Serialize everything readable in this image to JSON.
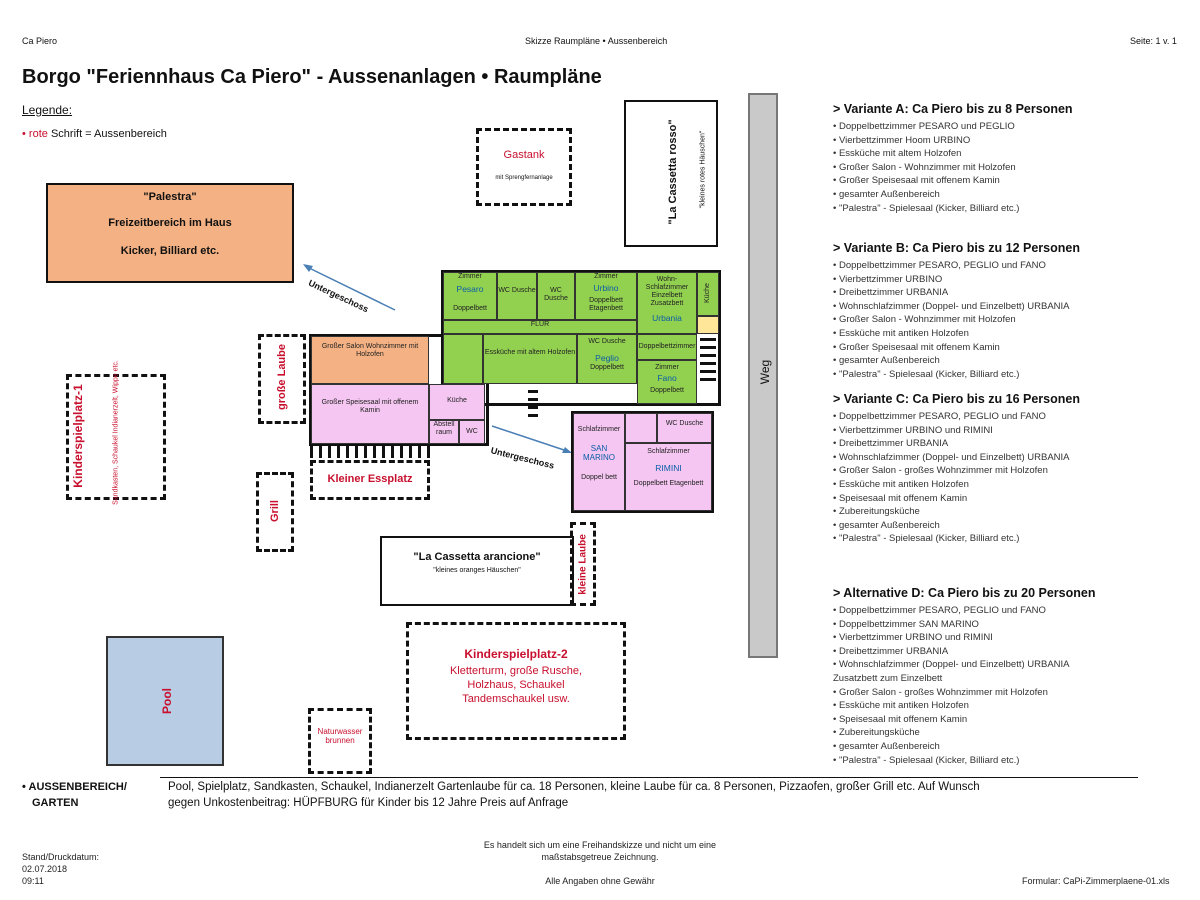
{
  "header": {
    "left": "Ca Piero",
    "center": "Skizze Raumpläne • Aussenbereich",
    "right": "Seite: 1 v. 1"
  },
  "title": "Borgo \"Feriennhaus Ca Piero\" - Aussenanlagen • Raumpläne",
  "legend": {
    "title": "Legende:",
    "bullet": "•",
    "red_word": "rote",
    "rest": "Schrift = Aussenbereich"
  },
  "palestra": {
    "line1": "\"Palestra\"",
    "line2": "Freizeitbereich im Haus",
    "line3": "Kicker, Billiard etc."
  },
  "gastank": {
    "title": "Gastank",
    "sub": "mit Sprengfernanlage"
  },
  "cassetta_rosso": {
    "title": "\"La Cassetta rosso\"",
    "sub": "\"kleines rotes Häuschen\""
  },
  "weg": "Weg",
  "untergeschoss_1": "Untergeschoss",
  "untergeschoss_2": "Untergeschoss",
  "laube": "große Laube",
  "kinderspielplatz1": {
    "title": "Kinderspielplatz-1",
    "sub": "Sandkasten, Schaukel Indianerzelt, Wippe etc."
  },
  "kleiner_essplatz": "Kleiner Essplatz",
  "grill": "Grill",
  "cassetta_arancione": {
    "title": "\"La Cassetta arancione\"",
    "sub": "\"kleines oranges Häuschen\""
  },
  "kleine_laube": "kleine Laube",
  "kinderspielplatz2": {
    "title": "Kinderspielplatz-2",
    "line1": "Kletterturm, große Rusche,",
    "line2": "Holzhaus, Schaukel",
    "line3": "Tandemschaukel usw."
  },
  "pool": "Pool",
  "naturwasser": "Naturwasser brunnen",
  "rooms": {
    "zimmer_pesaro": "Zimmer",
    "pesaro": "Pesaro",
    "pesaro_bed": "Doppelbett",
    "wc1": "WC Dusche",
    "wc2": "WC Dusche",
    "zimmer_urbino": "Zimmer",
    "urbino": "Urbino",
    "urbino_bed": "Doppelbett Etagenbett",
    "urbania_top": "Wohn-Schlafzimmer Einzelbett Zusatzbett",
    "urbania": "Urbania",
    "kuche_small": "Küche",
    "flur": "FLUR",
    "salon": "Großer Salon Wohnzimmer mit Holzofen",
    "esskueche": "Essküche mit altem Holzofen",
    "wc3": "WC Dusche",
    "peglio": "Peglio",
    "peglio_bed": "Doppelbett",
    "doppelbett_fano": "Doppelbettzimmer",
    "zimmer_fano": "Zimmer",
    "fano": "Fano",
    "fano_bed": "Doppelbett",
    "speisesaal": "Großer Speisesaal mit offenem Kamin",
    "kueche": "Küche",
    "abstell": "Abstell raum",
    "wc4": "WC",
    "sm_top": "Schlafzimmer",
    "san_marino": "SAN MARINO",
    "sm_bed": "Doppel bett",
    "wc5": "WC Dusche",
    "rimini_top": "Schlafzimmer",
    "rimini": "RIMINI",
    "rimini_bed": "Doppelbett Etagenbett"
  },
  "variants": [
    {
      "title": "> Variante A: Ca Piero bis zu 8 Personen",
      "items": [
        "• Doppelbettzimmer PESARO und PEGLIO",
        "• Vierbettzimmer Hoom URBINO",
        "• Essküche mit altem Holzofen",
        "• Großer Salon - Wohnzimmer mit Holzofen",
        "• Großer Speisesaal mit offenem Kamin",
        "• gesamter Außenbereich",
        "• \"Palestra\" - Spielesaal (Kicker, Billiard etc.)"
      ]
    },
    {
      "title": "> Variante B: Ca Piero bis zu 12 Personen",
      "items": [
        "• Doppelbettzimmer PESARO, PEGLIO und FANO",
        "• Vierbettzimmer URBINO",
        "• Dreibettzimmer URBANIA",
        "• Wohnschlafzimmer (Doppel- und Einzelbett) URBANIA",
        "• Großer Salon - Wohnzimmer mit Holzofen",
        "• Essküche mit antiken Holzofen",
        "• Großer Speisesaal mit offenem Kamin",
        "• gesamter Außenbereich",
        "• \"Palestra\" - Spielesaal (Kicker, Billiard etc.)"
      ]
    },
    {
      "title": "> Variante C: Ca Piero bis zu 16 Personen",
      "items": [
        "• Doppelbettzimmer PESARO, PEGLIO und FANO",
        "• Vierbettzimmer URBINO und RIMINI",
        "• Dreibettzimmer URBANIA",
        "• Wohnschlafzimmer (Doppel- und Einzelbett) URBANIA",
        "• Großer Salon - großes Wohnzimmer mit Holzofen",
        "• Essküche mit antiken Holzofen",
        "• Speisesaal mit offenem Kamin",
        "• Zubereitungsküche",
        "• gesamter Außenbereich",
        "• \"Palestra\" - Spielesaal (Kicker, Billiard etc.)"
      ]
    },
    {
      "title": "> Alternative D: Ca Piero bis zu 20 Personen",
      "items": [
        "• Doppelbettzimmer PESARO, PEGLIO und FANO",
        "• Doppelbettzimmer SAN MARINO",
        "• Vierbettzimmer URBINO und RIMINI",
        "• Dreibettzimmer URBANIA",
        "• Wohnschlafzimmer (Doppel- und Einzelbett) URBANIA",
        "  Zusatzbett zum Einzelbett",
        "• Großer Salon - großes Wohnzimmer mit Holzofen",
        "• Essküche mit antiken Holzofen",
        "• Speisesaal mit offenem Kamin",
        "• Zubereitungsküche",
        "• gesamter Außenbereich",
        "• \"Palestra\" - Spielesaal (Kicker, Billiard etc.)"
      ]
    }
  ],
  "aussen": {
    "label1": "• AUSSENBEREICH/",
    "label2": "GARTEN",
    "text1": "Pool, Spielplatz, Sandkasten, Schaukel, Indianerzelt  Gartenlaube für ca. 18 Personen, kleine Laube für  ca. 8 Personen, Pizzaofen, großer Grill etc. Auf Wunsch",
    "text2": "gegen Unkostenbeitrag:  HÜPFBURG für Kinder bis 12 Jahre Preis auf Anfrage"
  },
  "footer": {
    "stand_label": "Stand/Druckdatum:",
    "date": "02.07.2018",
    "time": "09:11",
    "note1": "Es handelt  sich um eine Freihandskizze und nicht um eine",
    "note2": "maßstabsgetreue Zeichnung.",
    "disclaimer": "Alle Angaben ohne Gewähr",
    "formular": "Formular: CaPi-Zimmerplaene-01.xls"
  }
}
